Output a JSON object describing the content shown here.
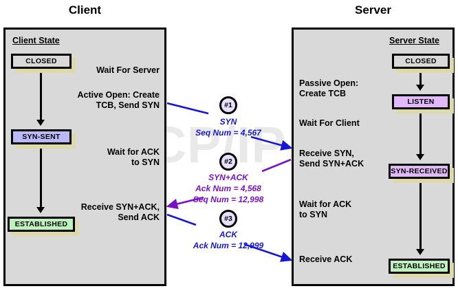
{
  "headers": {
    "client": "Client",
    "server": "Server"
  },
  "client_panel": {
    "title": "Client State",
    "states": [
      {
        "label": "CLOSED",
        "color": "#d9d9d9"
      },
      {
        "label": "SYN-SENT",
        "color": "#b9b9f8"
      },
      {
        "label": "ESTABLISHED",
        "color": "#bdf2bd"
      }
    ],
    "events": [
      {
        "text": "Wait For Server"
      },
      {
        "text": "Active Open: Create\nTCB, Send SYN"
      },
      {
        "text": "Wait for ACK\nto SYN"
      },
      {
        "text": "Receive SYN+ACK,\nSend ACK"
      }
    ]
  },
  "server_panel": {
    "title": "Server State",
    "states": [
      {
        "label": "CLOSED",
        "color": "#d9d9d9"
      },
      {
        "label": "LISTEN",
        "color": "#e2b9f8"
      },
      {
        "label": "SYN-RECEIVED",
        "color": "#e2b9f8"
      },
      {
        "label": "ESTABLISHED",
        "color": "#bdf2bd"
      }
    ],
    "events": [
      {
        "text": "Passive Open:\nCreate TCB"
      },
      {
        "text": "Wait For Client"
      },
      {
        "text": "Receive SYN,\nSend SYN+ACK"
      },
      {
        "text": "Wait for ACK\nto SYN"
      },
      {
        "text": "Receive ACK"
      }
    ]
  },
  "messages": [
    {
      "badge": "#1",
      "name": "SYN",
      "details": "Seq Num = 4,567",
      "direction": "client-to-server",
      "color": "#1616d6"
    },
    {
      "badge": "#2",
      "name": "SYN+ACK",
      "details": "Ack Num = 4,568\nSeq Num = 12,998",
      "direction": "server-to-client",
      "color": "#7a12c4"
    },
    {
      "badge": "#3",
      "name": "ACK",
      "details": "Ack Num = 12,999",
      "direction": "client-to-server",
      "color": "#1616d6"
    }
  ],
  "watermark": {
    "text": "The TCP/IP Guide"
  },
  "palette": {
    "panel_fill": "#d9d9d9",
    "shadow": "#ddd9a8",
    "blue": "#1616d6",
    "purple": "#7a12c4",
    "state_blue": "#b9b9f8",
    "state_green": "#bdf2bd",
    "state_purple": "#e2b9f8",
    "badge_fill": "#e6e0fa"
  }
}
